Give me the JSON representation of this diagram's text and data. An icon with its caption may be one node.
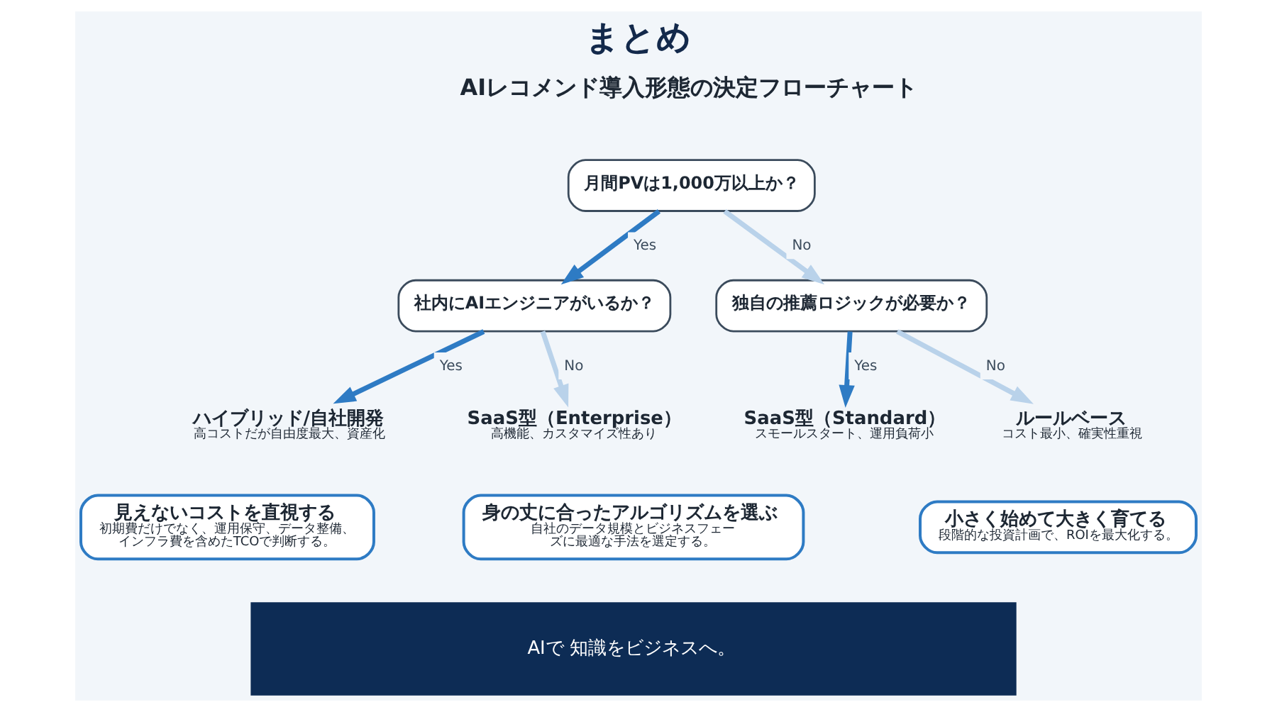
{
  "diagram": {
    "title": "まとめ",
    "nodes": [
      {
        "text": [
          "月間PVは1,000万以上か？"
        ]
      },
      {
        "text": [
          "社内にAIエンジニアがいるか？"
        ]
      },
      {
        "text": [
          "独自の推薦ロジックが必要か？"
        ]
      },
      {
        "text": [
          "ハイブリッド/自社開発",
          "高コストだが自由度最大、資産化"
        ]
      },
      {
        "text": [
          "SaaS型（Enterprise）",
          "高機能、カスタマイズ性あり"
        ]
      },
      {
        "text": [
          "SaaS型（Standard）",
          "スモールスタート、運用負荷小"
        ]
      },
      {
        "text": [
          "ルールベース",
          "コスト最小、確実性重視"
        ]
      },
      {
        "text": [
          "見えないコストを直視する",
          "初期費だけでなく、運用保守、データ整備、インフラ費を含めたTCOで判断する。"
        ]
      },
      {
        "text": [
          "身の丈に合ったアルゴリズムを選ぶ",
          "自社のデータ規模とビジネスフェーズに最適な手法を選定する。"
        ]
      },
      {
        "text": [
          "小さく始めて大きく育てる",
          "段階的な投資計画で、ROIを最大化する。"
        ]
      },
      {
        "text": [
          "AIで 知識をビジネスへ。"
        ]
      }
    ],
    "edges": [
      {
        "from": 0,
        "to": 1,
        "arrow": "to",
        "label": "Yes",
        "color": "#2e7bc4"
      },
      {
        "from": 0,
        "to": 2,
        "arrow": "to",
        "label": "No",
        "color": "#b9d2ea"
      },
      {
        "from": 1,
        "to": 3,
        "arrow": "to",
        "label": "Yes",
        "color": "#2e7bc4"
      },
      {
        "from": 1,
        "to": 4,
        "arrow": "to",
        "label": "No",
        "color": "#b9d2ea"
      },
      {
        "from": 2,
        "to": 5,
        "arrow": "to",
        "label": "Yes",
        "color": "#2e7bc4"
      },
      {
        "from": 2,
        "to": 6,
        "arrow": "to",
        "label": "No",
        "color": "#b9d2ea"
      }
    ],
    "labels": [
      "AIレコメンド導入形態の決定フローチャート"
    ]
  }
}
